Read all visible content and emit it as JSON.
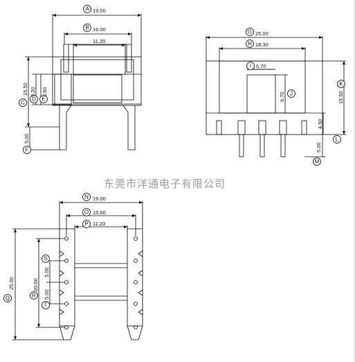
{
  "watermark": "东莞市洋通电子有限公司",
  "colors": {
    "line": "#000000",
    "watermark": "#9a9a9a"
  },
  "dimensions": {
    "A": {
      "letter": "A",
      "value": "19.00"
    },
    "B": {
      "letter": "B",
      "value": "16.00"
    },
    "B2": {
      "value": "11.20"
    },
    "C": {
      "letter": "C",
      "value": "15.50"
    },
    "D": {
      "letter": "D",
      "value": "8.20"
    },
    "E": {
      "letter": "E",
      "value": "6.60"
    },
    "F": {
      "letter": "F",
      "value": "5.00"
    },
    "G": {
      "letter": "G",
      "value": "25.00"
    },
    "H": {
      "letter": "H",
      "value": "18.30"
    },
    "I": {
      "letter": "I",
      "value": "6.70"
    },
    "J": {
      "letter": "J",
      "value": "6.70"
    },
    "K": {
      "letter": "K",
      "value": "15.50"
    },
    "L": {
      "letter": "L",
      "value": "4.50"
    },
    "M": {
      "letter": "M",
      "value": "5.00"
    },
    "N": {
      "letter": "N",
      "value": "19.00"
    },
    "O": {
      "letter": "O",
      "value": "15.60"
    },
    "P": {
      "letter": "P",
      "value": "11.20"
    },
    "Q": {
      "letter": "Q",
      "value": "25.00"
    },
    "R": {
      "letter": "R",
      "value": "20.00"
    },
    "S": {
      "letter": "S",
      "value": "5.00"
    },
    "T": {
      "letter": "T",
      "value": "5.00"
    }
  }
}
